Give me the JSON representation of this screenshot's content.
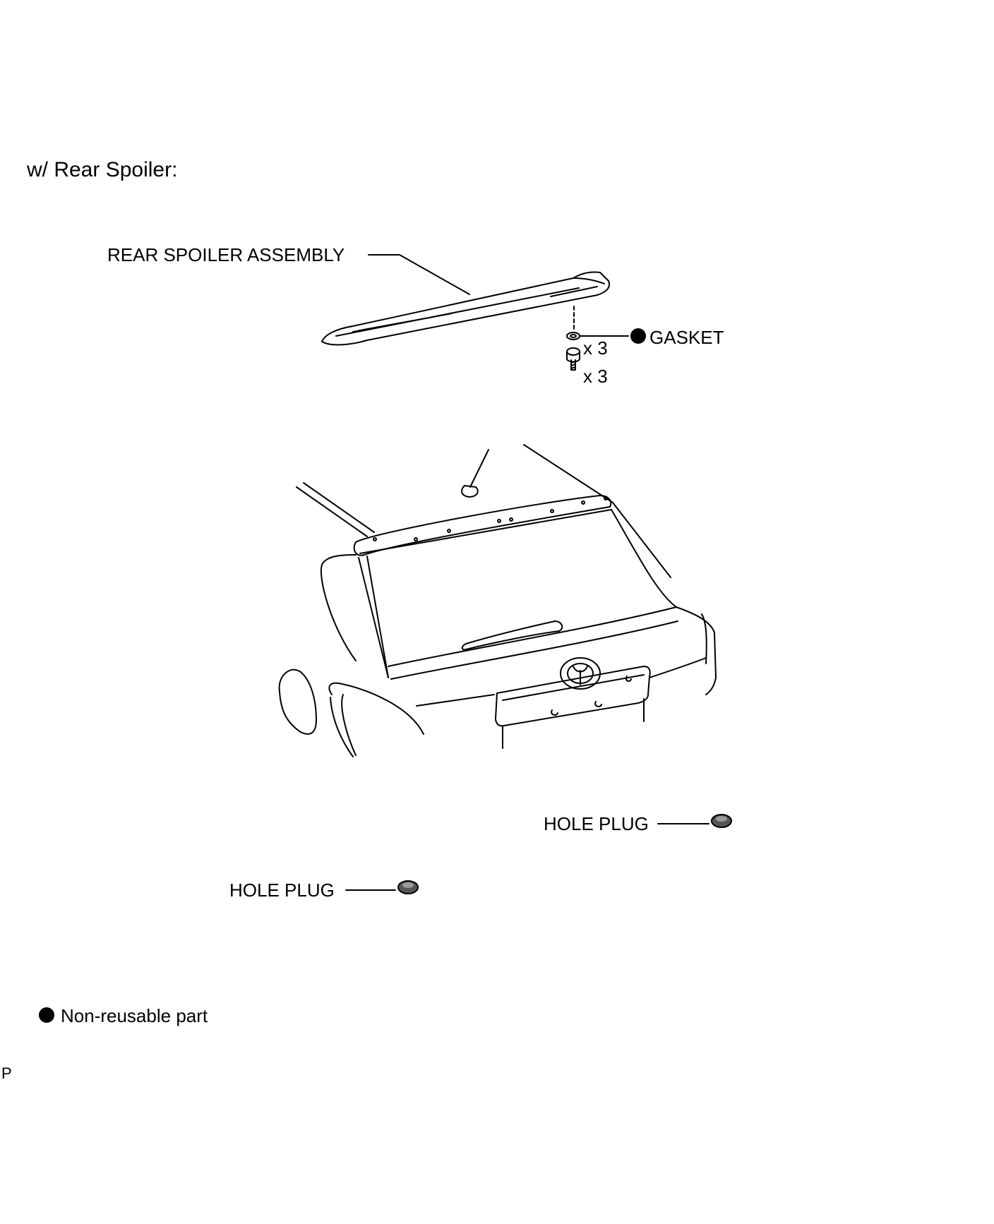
{
  "heading": "w/ Rear Spoiler:",
  "labels": {
    "rear_spoiler_assembly": "REAR SPOILER ASSEMBLY",
    "gasket": "GASKET",
    "gasket_qty": "x 3",
    "bolt_qty": "x 3",
    "hole_plug_upper": "HOLE PLUG",
    "hole_plug_lower": "HOLE PLUG"
  },
  "legend": {
    "non_reusable": "Non-reusable part"
  },
  "footer_code": "P"
}
